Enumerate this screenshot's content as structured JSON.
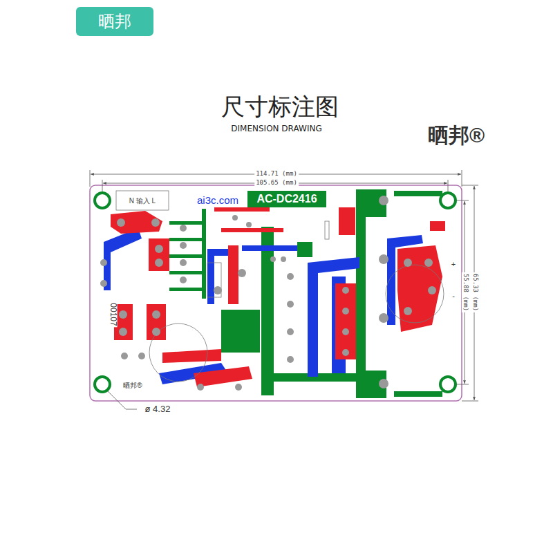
{
  "diagram": {
    "title": "尺寸标注图",
    "nodes": [
      {
        "text": [
          "晒邦"
        ]
      },
      {
        "text": [
          "AC-DC2416"
        ]
      }
    ],
    "labels": [
      "DIMENSION DRAWING",
      "晒邦®",
      "114.71 (mm)",
      "105.65 (mm)",
      "55.88 (mm)",
      "65.33 (mm)",
      "ø 4.32",
      "N 输入 L",
      "ai3c.com",
      "00107",
      "晒邦®",
      "+",
      "-"
    ]
  }
}
